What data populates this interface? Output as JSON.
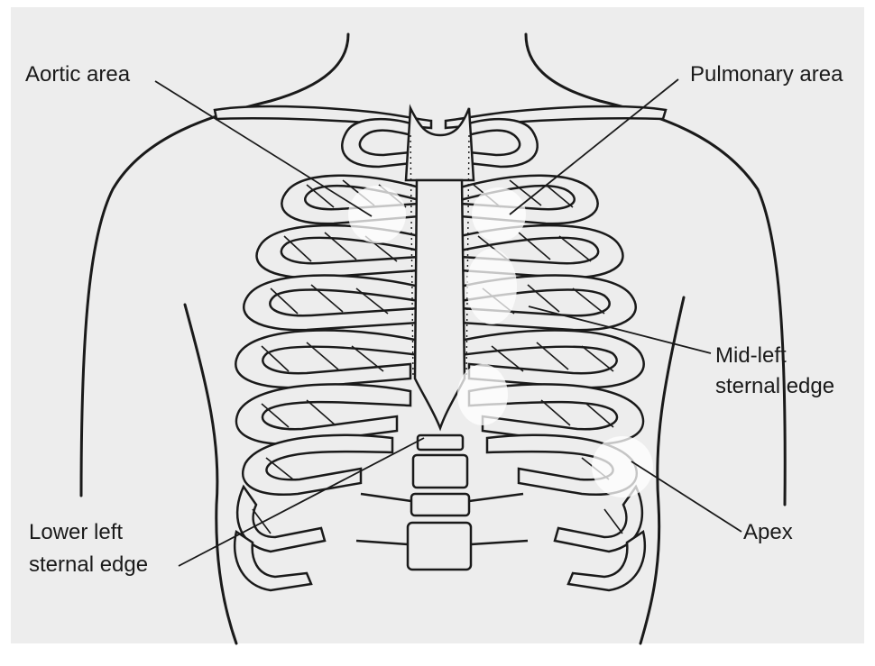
{
  "labels": {
    "aortic": "Aortic area",
    "pulmonary": "Pulmonary area",
    "mid_left_1": "Mid-left",
    "mid_left_2": "sternal edge",
    "lower_left_1": "Lower left",
    "lower_left_2": "sternal edge",
    "apex": "Apex"
  },
  "colors": {
    "background": "#ededed",
    "line": "#1a1a1a",
    "highlight": "#ffffff"
  }
}
